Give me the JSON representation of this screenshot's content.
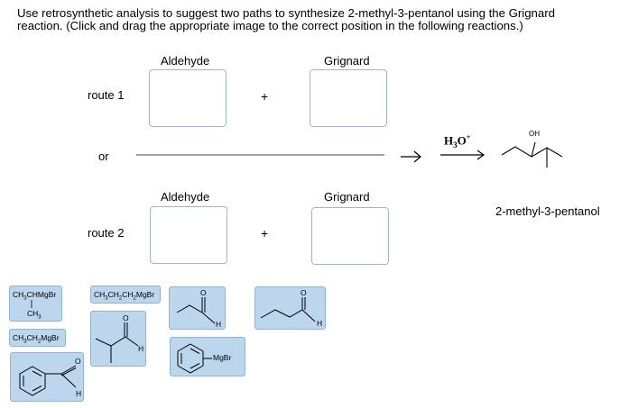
{
  "instructions": {
    "line1": "Use retrosynthetic analysis to suggest two paths to synthesize 2-methyl-3-pentanol using the Grignard",
    "line2": "reaction. (Click and drag the appropriate image to the correct position in the following reactions.)"
  },
  "route1": {
    "label": "route 1",
    "aldehyde_header": "Aldehyde",
    "grignard_header": "Grignard",
    "plus": "+"
  },
  "route2": {
    "label": "route 2",
    "aldehyde_header": "Aldehyde",
    "grignard_header": "Grignard",
    "plus": "+"
  },
  "or_label": "or",
  "reagent": {
    "main": "H",
    "sub": "3",
    "o": "O",
    "sup": "+"
  },
  "product": {
    "name": "2-methyl-3-pentanol",
    "oh_label": "OH"
  },
  "tiles": {
    "t1": {
      "main": "CH3CHMgBr",
      "parts": [
        "CH",
        "3",
        "CHMgBr"
      ],
      "branch": [
        "CH",
        "3"
      ]
    },
    "t2": {
      "parts": [
        "CH",
        "3",
        "CH",
        "2",
        "CH",
        "2",
        "MgBr"
      ]
    },
    "t3": {
      "o": "O",
      "h": "H"
    },
    "t4": {
      "o": "O",
      "h": "H"
    },
    "t5": {
      "parts": [
        "CH",
        "3",
        "CH",
        "2",
        "MgBr"
      ]
    },
    "t6": {
      "o": "O",
      "h": "H"
    },
    "t7": {
      "mgbr": "MgBr"
    },
    "t8": {
      "o": "O",
      "h": "H"
    }
  },
  "colors": {
    "tile_bg": "#bcd6ee",
    "tile_border": "#8fb2d6",
    "slot_border": "#9bb9d6"
  }
}
